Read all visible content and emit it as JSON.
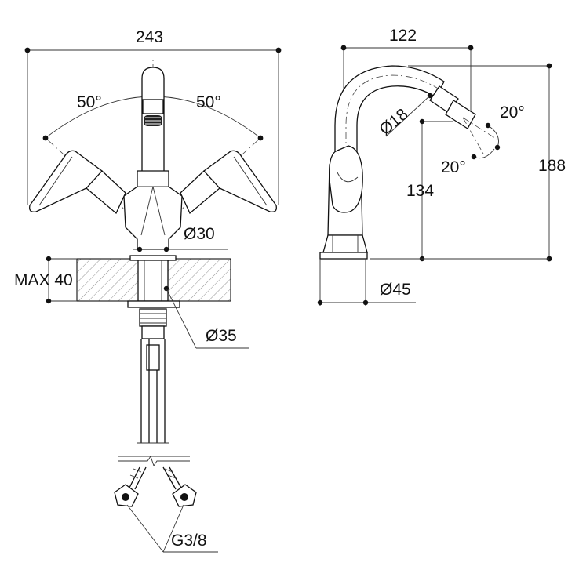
{
  "front_view": {
    "width": "243",
    "angle_left": "50°",
    "angle_right": "50°",
    "body_diameter": "Ø30",
    "deck_thickness": "MAX 40",
    "hole_diameter": "Ø35",
    "connection": "G3/8"
  },
  "side_view": {
    "projection": "122",
    "spout_diameter": "Ø18",
    "spray_angle_up": "20°",
    "spray_angle_down": "20°",
    "spout_height": "134",
    "total_height": "188",
    "base_diameter": "Ø45"
  }
}
